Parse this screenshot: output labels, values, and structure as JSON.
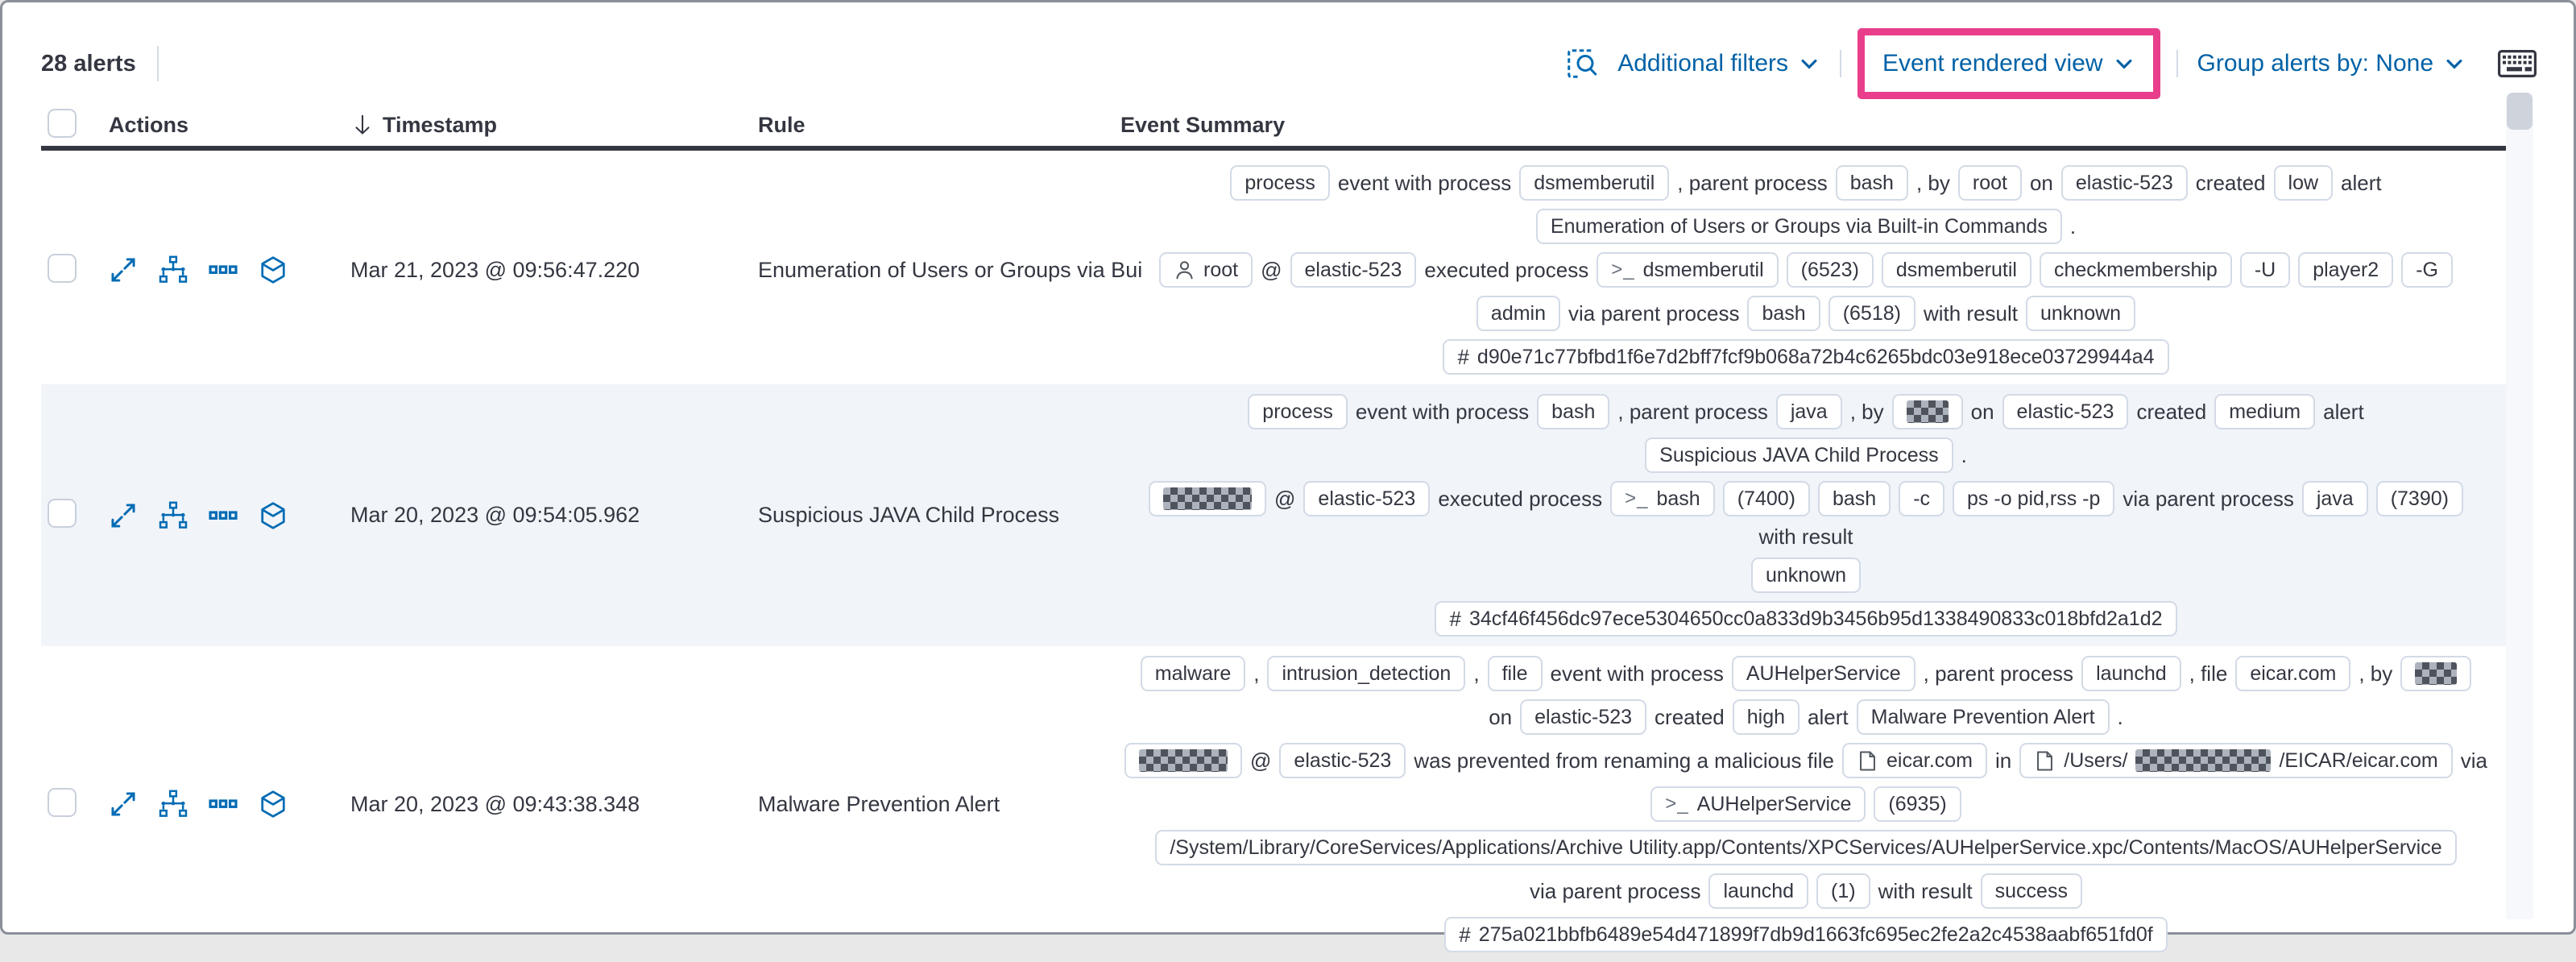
{
  "colors": {
    "link_blue": "#0061a6",
    "icon_blue": "#006bb4",
    "text_dark": "#343741",
    "badge_border": "#d3dae6",
    "highlight_pink": "#e83e8c",
    "row_stripe": "#f1f4f9"
  },
  "toolbar": {
    "alert_count": "28 alerts",
    "additional_filters": "Additional filters",
    "view_selector": "Event rendered view",
    "group_alerts": "Group alerts by: None"
  },
  "table": {
    "headers": [
      "Actions",
      "Timestamp",
      "Rule",
      "Event Summary"
    ]
  },
  "rows": [
    {
      "timestamp": "Mar 21, 2023 @ 09:56:47.220",
      "rule": "Enumeration of Users or Groups via Bui",
      "striped": false,
      "lines": [
        [
          {
            "b": "process"
          },
          {
            "t": "event with process"
          },
          {
            "b": "dsmemberutil"
          },
          {
            "t": ", parent process"
          },
          {
            "b": "bash"
          },
          {
            "t": ", by"
          },
          {
            "b": "root"
          },
          {
            "t": "on"
          },
          {
            "b": "elastic-523"
          },
          {
            "t": "created"
          },
          {
            "b": "low"
          },
          {
            "t": "alert"
          }
        ],
        [
          {
            "b": "Enumeration of Users or Groups via Built-in Commands"
          },
          {
            "t": "."
          }
        ],
        [
          {
            "b": "root",
            "icon": "user"
          },
          {
            "t": "@"
          },
          {
            "b": "elastic-523"
          },
          {
            "t": "executed process"
          },
          {
            "b": "dsmemberutil",
            "icon": "terminal"
          },
          {
            "b": "(6523)"
          },
          {
            "b": "dsmemberutil"
          },
          {
            "b": "checkmembership"
          },
          {
            "b": "-U"
          },
          {
            "b": "player2"
          },
          {
            "b": "-G"
          }
        ],
        [
          {
            "b": "admin"
          },
          {
            "t": "via parent process"
          },
          {
            "b": "bash"
          },
          {
            "b": "(6518)"
          },
          {
            "t": "with result"
          },
          {
            "b": "unknown"
          }
        ],
        [
          {
            "b": "d90e71c77bfbd1f6e7d2bff7fcf9b068a72b4c6265bdc03e918ece03729944a4",
            "icon": "hash"
          }
        ]
      ]
    },
    {
      "timestamp": "Mar 20, 2023 @ 09:54:05.962",
      "rule": "Suspicious JAVA Child Process",
      "striped": true,
      "lines": [
        [
          {
            "b": "process"
          },
          {
            "t": "event with process"
          },
          {
            "b": "bash"
          },
          {
            "t": ", parent process"
          },
          {
            "b": "java"
          },
          {
            "t": ", by"
          },
          {
            "r": "sm"
          },
          {
            "t": "on"
          },
          {
            "b": "elastic-523"
          },
          {
            "t": "created"
          },
          {
            "b": "medium"
          },
          {
            "t": "alert"
          }
        ],
        [
          {
            "b": "Suspicious JAVA Child Process"
          },
          {
            "t": "."
          }
        ],
        [
          {
            "r": "md"
          },
          {
            "t": "@"
          },
          {
            "b": "elastic-523"
          },
          {
            "t": "executed process"
          },
          {
            "b": "bash",
            "icon": "terminal"
          },
          {
            "b": "(7400)"
          },
          {
            "b": "bash"
          },
          {
            "b": "-c"
          },
          {
            "b": "ps -o pid,rss -p"
          },
          {
            "t": "via parent process"
          },
          {
            "b": "java"
          },
          {
            "b": "(7390)"
          },
          {
            "t": "with result"
          }
        ],
        [
          {
            "b": "unknown"
          }
        ],
        [
          {
            "b": "34cf46f456dc97ece5304650cc0a833d9b3456b95d1338490833c018bfd2a1d2",
            "icon": "hash"
          }
        ]
      ]
    },
    {
      "timestamp": "Mar 20, 2023 @ 09:43:38.348",
      "rule": "Malware Prevention Alert",
      "striped": false,
      "lines": [
        [
          {
            "b": "malware"
          },
          {
            "t": ","
          },
          {
            "b": "intrusion_detection"
          },
          {
            "t": ","
          },
          {
            "b": "file"
          },
          {
            "t": "event with process"
          },
          {
            "b": "AUHelperService"
          },
          {
            "t": ", parent process"
          },
          {
            "b": "launchd"
          },
          {
            "t": ", file"
          },
          {
            "b": "eicar.com"
          },
          {
            "t": ", by"
          },
          {
            "r": "sm"
          }
        ],
        [
          {
            "t": "on"
          },
          {
            "b": "elastic-523"
          },
          {
            "t": "created"
          },
          {
            "b": "high"
          },
          {
            "t": "alert"
          },
          {
            "b": "Malware Prevention Alert"
          },
          {
            "t": "."
          }
        ],
        [
          {
            "r": "md"
          },
          {
            "t": "@"
          },
          {
            "b": "elastic-523"
          },
          {
            "t": "was prevented from renaming a malicious file"
          },
          {
            "b": "eicar.com",
            "icon": "file"
          },
          {
            "t": "in"
          },
          {
            "icon": "file",
            "parts": [
              {
                "t": "/Users/"
              },
              {
                "r": "lg"
              },
              {
                "t": "/EICAR/eicar.com"
              }
            ]
          },
          {
            "t": "via"
          }
        ],
        [
          {
            "b": "AUHelperService",
            "icon": "terminal"
          },
          {
            "b": "(6935)"
          }
        ],
        [
          {
            "b": "/System/Library/CoreServices/Applications/Archive Utility.app/Contents/XPCServices/AUHelperService.xpc/Contents/MacOS/AUHelperService"
          }
        ],
        [
          {
            "t": "via parent process"
          },
          {
            "b": "launchd"
          },
          {
            "b": "(1)"
          },
          {
            "t": "with result"
          },
          {
            "b": "success"
          }
        ],
        [
          {
            "b": "275a021bbfb6489e54d471899f7db9d1663fc695ec2fe2a2c4538aabf651fd0f",
            "icon": "hash"
          }
        ]
      ]
    }
  ]
}
